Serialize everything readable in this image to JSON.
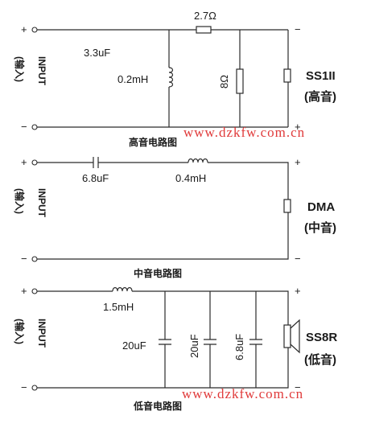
{
  "high": {
    "caption": "高音电路图",
    "input_label": "INPUT",
    "input_cn": "(输入)",
    "cap_value": "3.3uF",
    "inductor_value": "0.2mH",
    "series_res": "2.7Ω",
    "shunt_res": "8Ω",
    "speaker_name": "SS1II",
    "speaker_role": "(高音)",
    "plus": "+",
    "minus": "−"
  },
  "mid": {
    "caption": "中音电路图",
    "input_label": "INPUT",
    "input_cn": "(输入)",
    "cap_value": "6.8uF",
    "inductor_value": "0.4mH",
    "speaker_name": "DMA",
    "speaker_role": "(中音)",
    "plus": "+",
    "minus": "−"
  },
  "low": {
    "caption": "低音电路图",
    "input_label": "INPUT",
    "input_cn": "(输入)",
    "inductor_value": "1.5mH",
    "cap1": "20uF",
    "cap2": "20uF",
    "cap3": "6.8uF",
    "speaker_name": "SS8R",
    "speaker_role": "(低音)",
    "plus": "+",
    "minus": "−"
  },
  "watermark": "www.dzkfw.com.cn"
}
